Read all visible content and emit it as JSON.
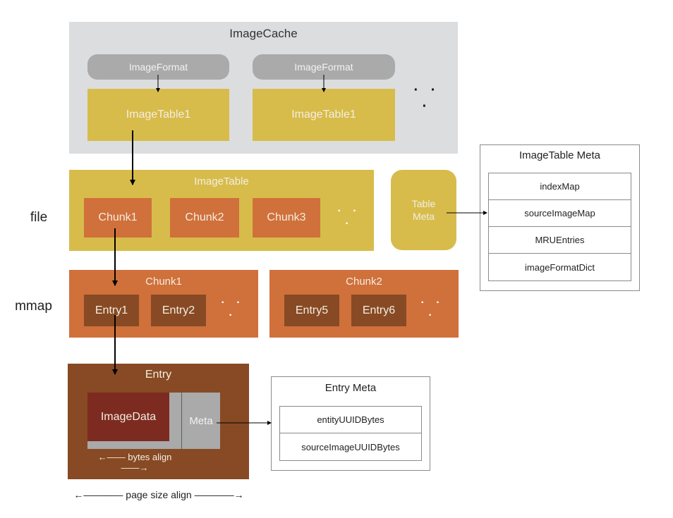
{
  "image_cache": {
    "title": "ImageCache",
    "formats": [
      "ImageFormat",
      "ImageFormat"
    ],
    "tables": [
      "ImageTable1",
      "ImageTable1"
    ],
    "more": "· · ·"
  },
  "layers": {
    "file": "file",
    "mmap": "mmap"
  },
  "image_table": {
    "title": "ImageTable",
    "chunks": [
      "Chunk1",
      "Chunk2",
      "Chunk3"
    ],
    "more": "· · ·",
    "table_meta": [
      "Table",
      "Meta"
    ]
  },
  "image_table_meta": {
    "title": "ImageTable Meta",
    "fields": [
      "indexMap",
      "sourceImageMap",
      "MRUEntries",
      "imageFormatDict"
    ]
  },
  "chunks": [
    {
      "title": "Chunk1",
      "entries": [
        "Entry1",
        "Entry2"
      ],
      "more": "· · ·"
    },
    {
      "title": "Chunk2",
      "entries": [
        "Entry5",
        "Entry6"
      ],
      "more": "· · ·"
    }
  ],
  "entry": {
    "title": "Entry",
    "image_data": "ImageData",
    "meta": "Meta",
    "bytes_align": "←—— bytes align ——→"
  },
  "entry_meta": {
    "title": "Entry Meta",
    "fields": [
      "entityUUIDBytes",
      "sourceImageUUIDBytes"
    ]
  },
  "page_size_align": "←———— page size align ————→",
  "colors": {
    "cache_bg": "#dcdddf",
    "format_gray": "#a9aaa9",
    "table_yellow": "#d7bc4b",
    "chunk_orange": "#d0703b",
    "entry_brown": "#874a24",
    "image_data_red": "#7d2b20"
  }
}
